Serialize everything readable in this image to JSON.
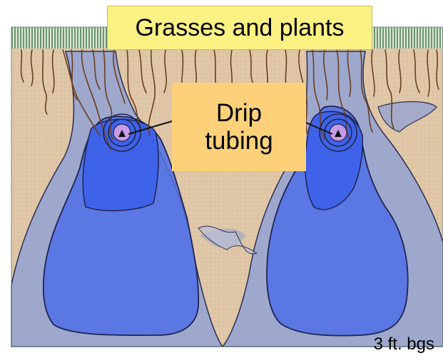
{
  "labels": {
    "grasses": "Grasses and plants",
    "drip_line1": "Drip",
    "drip_line2": "tubing",
    "depth": "3 ft. bgs"
  },
  "colors": {
    "soil": "#dfc6a6",
    "grass": "#7a9f7a",
    "moisture_outer": "#8c9ed7",
    "moisture_inner": "#4d6ee6",
    "moisture_core": "#3f63e8",
    "tube": "#c89be6",
    "roots": "#6b3f1e",
    "label_yellow": "#fbf283",
    "label_orange": "#fdd17a"
  }
}
